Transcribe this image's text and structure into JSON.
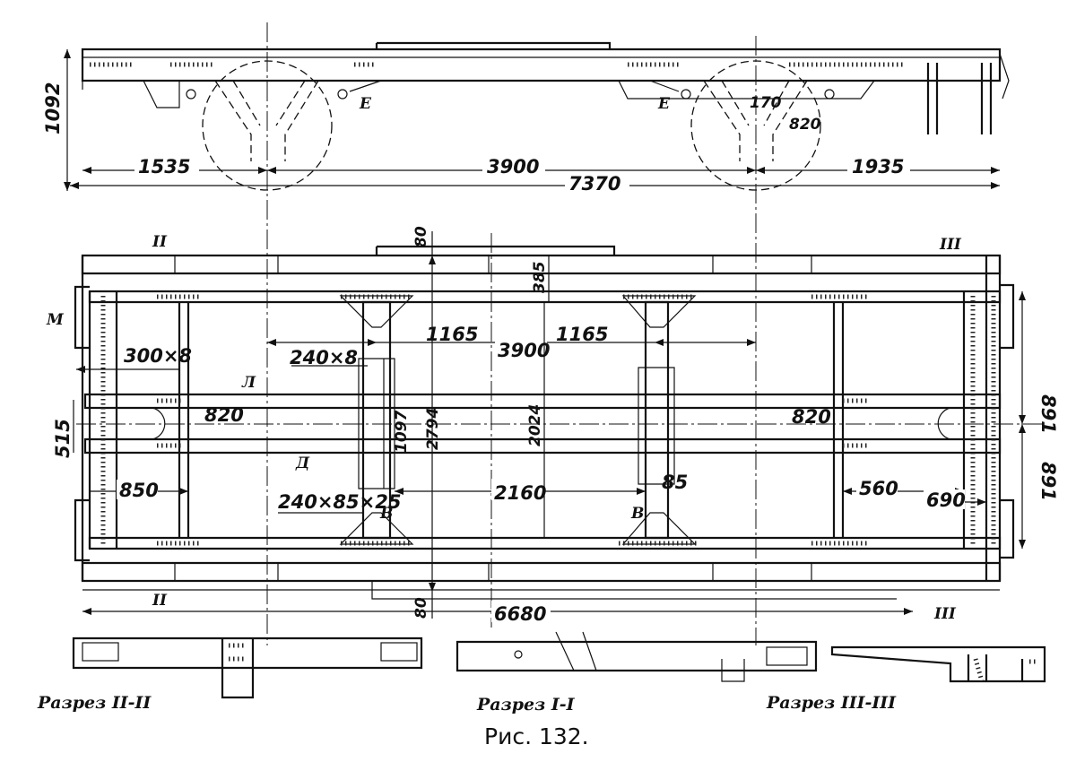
{
  "caption": "Рис. 132.",
  "sections": {
    "s2": "Разрез II-II",
    "s1": "Разрез I-I",
    "s3": "Разрез III-III"
  },
  "side_view": {
    "height": "1092",
    "left_offset": "1535",
    "bogie_base": "3900",
    "right_offset": "1935",
    "overall_length": "7370",
    "bolster_detail_a": "170",
    "bolster_detail_b": "820",
    "label_e_left": "Е",
    "label_e_right": "Е"
  },
  "plan_view": {
    "top_offset": "80",
    "bottom_offset": "80",
    "dim_385": "385",
    "half_base_left": "1165",
    "base": "3900",
    "half_base_right": "1165",
    "plate_300": "300×8",
    "plate_240": "240×8",
    "center_left": "820",
    "center_right": "820",
    "sill_gap": "515",
    "dim_1097": "1097",
    "dim_2794": "2794",
    "dim_2024": "2024",
    "dim_891_top": "891",
    "dim_891_bottom": "891",
    "dim_850": "850",
    "plate_240x85": "240×85×25",
    "dim_2160": "2160",
    "dim_85": "85",
    "dim_560": "560",
    "dim_690": "690",
    "length": "6680",
    "label_l": "Л",
    "label_d": "Д",
    "label_v_left": "В",
    "label_v_right": "В",
    "label_m": "М",
    "cut_ii_top": "II",
    "cut_ii_bottom": "II",
    "cut_iii_top": "III",
    "cut_iii_bottom": "III"
  }
}
